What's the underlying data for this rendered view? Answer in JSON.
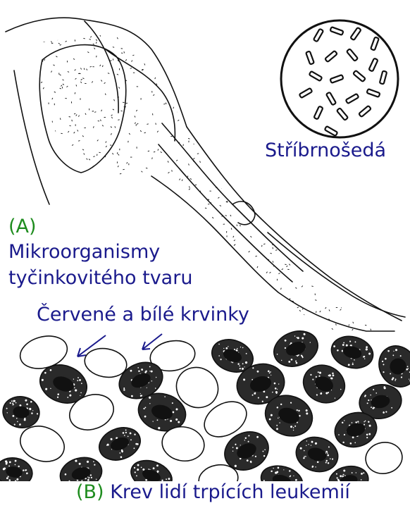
{
  "colors": {
    "label_blue": "#1a1a8c",
    "label_green": "#1e8c1e",
    "ink": "#111111"
  },
  "labels": {
    "silver_gray": "Stříbrnošedá",
    "part_a_letter": "(A)",
    "microorganisms_line1": "Mikroorganismy",
    "microorganisms_line2": "tyčinkovitého tvaru",
    "blood_cells": "Červené a bílé krvinky",
    "part_b_letter": "(B)",
    "part_b_caption": "Krev lidí trpících leukemií"
  }
}
